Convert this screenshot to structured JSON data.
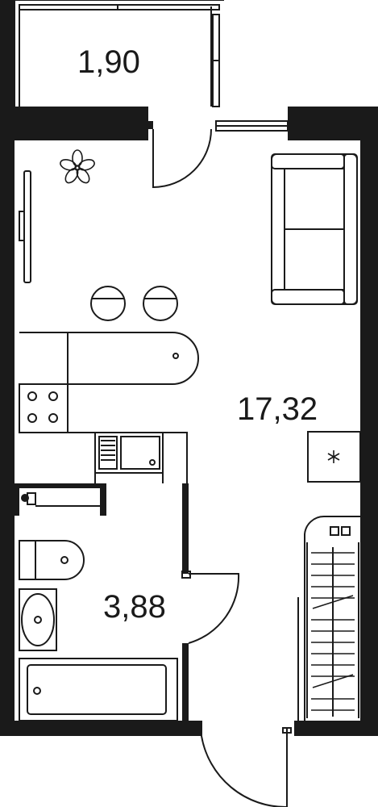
{
  "floorplan": {
    "rooms": [
      {
        "id": "balcony",
        "area": "1,90"
      },
      {
        "id": "living",
        "area": "17,32"
      },
      {
        "id": "bathroom",
        "area": "3,88"
      }
    ]
  },
  "colors": {
    "wall": "#1a1a1a",
    "line": "#1a1a1a",
    "background": "#ffffff"
  },
  "icons": {
    "plant": "flower-icon",
    "vent": "asterisk-icon",
    "socket": "double-square-icon"
  }
}
